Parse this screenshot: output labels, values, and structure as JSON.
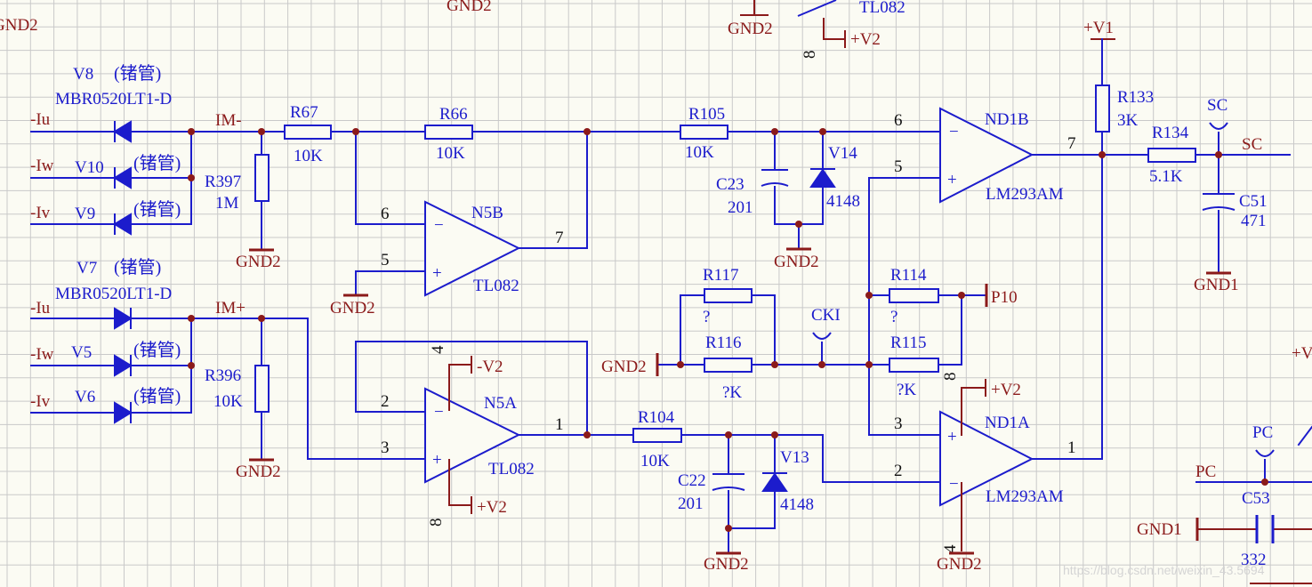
{
  "colors": {
    "wire": "#1c1ccc",
    "pin": "#8b1a1a",
    "grid": "#c9c9c9",
    "background": "#fbfbf3"
  },
  "top_labels": {
    "gnd_a": "GND2",
    "gnd_b": "GND2",
    "gnd_c": "GND2",
    "tl082_top": "TL082",
    "vneg_top": "+V2",
    "pin8_top": "8"
  },
  "inputs": {
    "iu1": "-Iu",
    "iw1": "-Iw",
    "iv1": "-Iv",
    "iu2": "-Iu",
    "iw2": "-Iw",
    "iv2": "-Iv"
  },
  "diodes": {
    "v8": "V8",
    "v8_note": "(锗管)",
    "v8_part": "MBR0520LT1-D",
    "v10": "V10",
    "v10_note": "(锗管)",
    "v9": "V9",
    "v9_note": "(锗管)",
    "v7": "V7",
    "v7_note": "(锗管)",
    "v7_part": "MBR0520LT1-D",
    "v5": "V5",
    "v5_note": "(锗管)",
    "v6": "V6",
    "v6_note": "(锗管)",
    "v14": "V14",
    "v14_val": "4148",
    "v13": "V13",
    "v13_val": "4148"
  },
  "nets": {
    "im_minus": "IM-",
    "im_plus": "IM+",
    "sc": "SC",
    "sc_port": "SC",
    "ck": "CKI",
    "pc": "PC",
    "pc_port": "PC",
    "p10": "P10",
    "v1": "+V1"
  },
  "resistors": {
    "r67": "R67",
    "r67_v": "10K",
    "r66": "R66",
    "r66_v": "10K",
    "r105": "R105",
    "r105_v": "10K",
    "r397": "R397",
    "r397_v": "1M",
    "r396": "R396",
    "r396_v": "10K",
    "r117": "R117",
    "r117_v": "?",
    "r116": "R116",
    "r116_v": "?K",
    "r114": "R114",
    "r114_v": "?",
    "r115": "R115",
    "r115_v": "?K",
    "r104": "R104",
    "r104_v": "10K",
    "r133": "R133",
    "r133_v": "3K",
    "r134": "R134",
    "r134_v": "5.1K"
  },
  "capacitors": {
    "c23": "C23",
    "c23_v": "201",
    "c22": "C22",
    "c22_v": "201",
    "c51": "C51",
    "c51_v": "471",
    "c53": "C53",
    "c53_v": "332"
  },
  "opamps": {
    "n5b": "N5B",
    "n5b_part": "TL082",
    "n5b_p6": "6",
    "n5b_p5": "5",
    "n5b_p7": "7",
    "n5a": "N5A",
    "n5a_part": "TL082",
    "n5a_p2": "2",
    "n5a_p3": "3",
    "n5a_p1": "1",
    "n5a_p4": "4",
    "n5a_p8": "8",
    "nd1b": "ND1B",
    "nd1b_part": "LM293AM",
    "nd1b_p6": "6",
    "nd1b_p5": "5",
    "nd1b_p7": "7",
    "nd1a": "ND1A",
    "nd1a_part": "LM293AM",
    "nd1a_p3": "3",
    "nd1a_p2": "2",
    "nd1a_p1": "1",
    "nd1a_p8": "8",
    "nd1a_p4": "4"
  },
  "power": {
    "neg_v2": "-V2",
    "pos_v2_a": "+V2",
    "pos_v2_b": "+V2",
    "gnd_r397": "GND2",
    "gnd_n5b": "GND2",
    "gnd_c23": "GND2",
    "gnd_r396": "GND2",
    "gnd_r116": "GND2",
    "gnd_c22": "GND2",
    "gnd_nd1a": "GND2",
    "gnd1_c51": "GND1",
    "gnd1_c53": "GND1"
  },
  "watermark": "https://blog.csdn.net/weixin_43.5694"
}
